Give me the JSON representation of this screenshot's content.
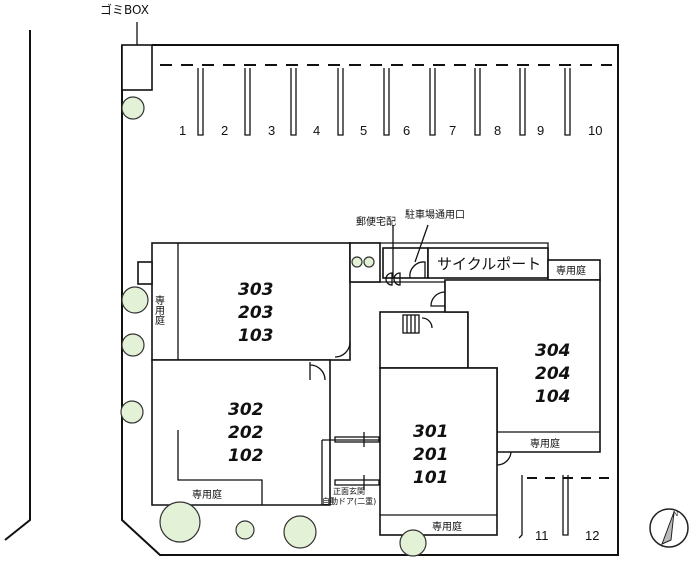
{
  "labels": {
    "garbage_box": "ゴミBOX",
    "mail_delivery": "郵便宅配",
    "parking_entrance": "駐車場通用口",
    "cycle_port": "サイクルポート",
    "private_garden": "専用庭",
    "main_entrance_line1": "正面玄関",
    "main_entrance_line2": "自動ドア(二重)"
  },
  "parking_numbers": [
    "1",
    "2",
    "3",
    "4",
    "5",
    "6",
    "7",
    "8",
    "9",
    "10",
    "11",
    "12"
  ],
  "units": {
    "west_top": [
      "303",
      "203",
      "103"
    ],
    "west_bottom": [
      "302",
      "202",
      "102"
    ],
    "center": [
      "301",
      "201",
      "101"
    ],
    "east": [
      "304",
      "204",
      "104"
    ]
  },
  "compass": "N",
  "colors": {
    "tree_fill": "#e3f1d6",
    "line": "#111111"
  }
}
